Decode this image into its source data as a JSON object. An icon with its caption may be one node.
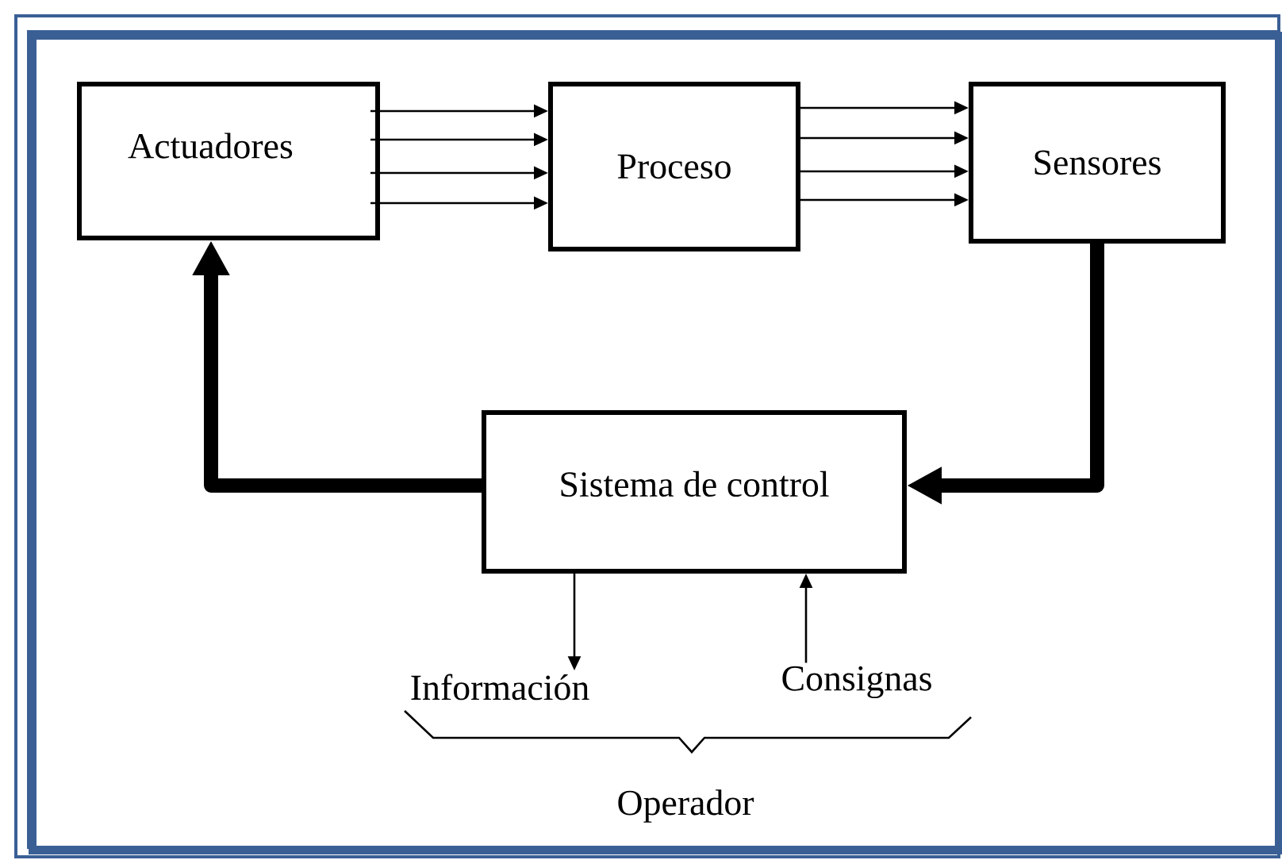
{
  "diagram": {
    "nodes": [
      {
        "text": [
          "Actuadores"
        ]
      },
      {
        "text": [
          "Proceso"
        ]
      },
      {
        "text": [
          "Sensores"
        ]
      },
      {
        "text": [
          "Sistema de control"
        ]
      },
      {
        "text": [
          "Información"
        ]
      },
      {
        "text": [
          "Consignas"
        ]
      }
    ],
    "edges": [
      {
        "from": 0,
        "to": 1,
        "arrow": "to"
      },
      {
        "from": 0,
        "to": 1,
        "arrow": "to"
      },
      {
        "from": 0,
        "to": 1,
        "arrow": "to"
      },
      {
        "from": 0,
        "to": 1,
        "arrow": "to"
      },
      {
        "from": 1,
        "to": 2,
        "arrow": "to"
      },
      {
        "from": 1,
        "to": 2,
        "arrow": "to"
      },
      {
        "from": 1,
        "to": 2,
        "arrow": "to"
      },
      {
        "from": 1,
        "to": 2,
        "arrow": "to"
      },
      {
        "from": 2,
        "to": 3,
        "arrow": "to",
        "style": "thick"
      },
      {
        "from": 3,
        "to": 0,
        "arrow": "to",
        "style": "thick"
      },
      {
        "from": 3,
        "to": 4,
        "arrow": "to"
      },
      {
        "from": 5,
        "to": 3,
        "arrow": "to"
      }
    ],
    "labels": [
      "Operador"
    ]
  }
}
